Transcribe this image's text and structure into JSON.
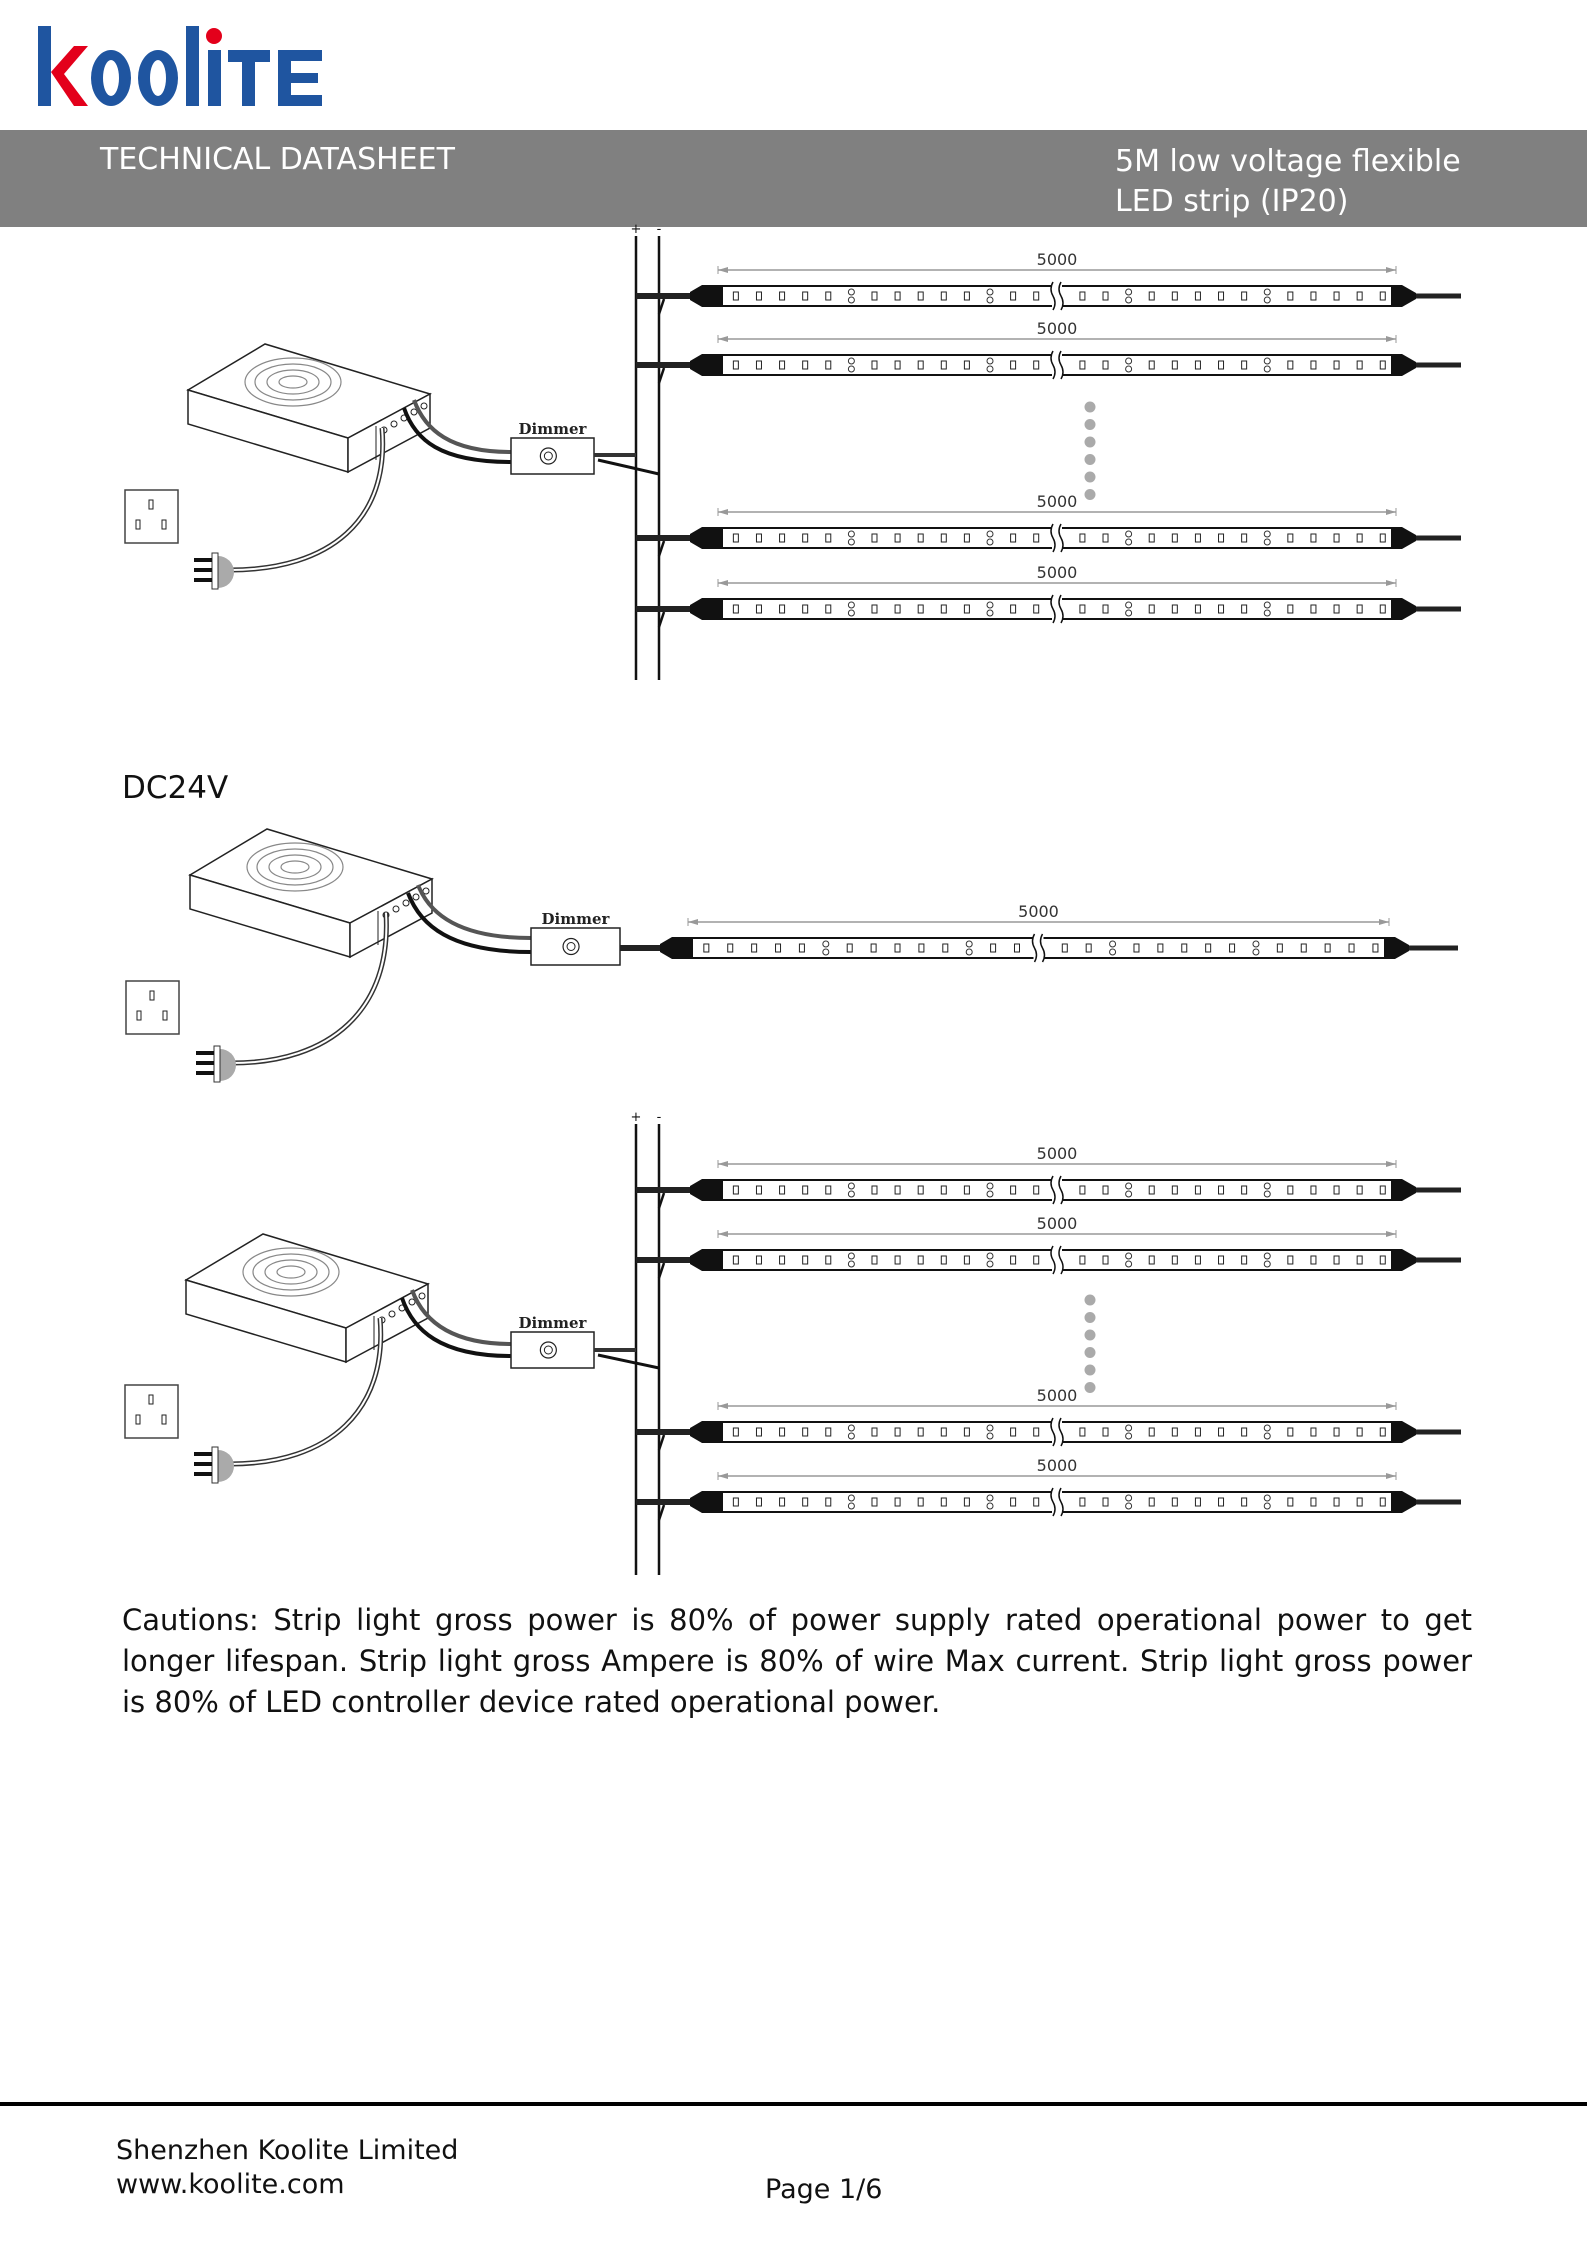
{
  "logo": {
    "text": "koolite",
    "colors": {
      "blue": "#1f55a0",
      "red": "#e3001b"
    }
  },
  "header": {
    "doc_type": "TECHNICAL DATASHEET",
    "product_line1": "5M low voltage flexible",
    "product_line2": "LED strip (IP20)"
  },
  "diagram1": {
    "bus_plus": "+",
    "bus_minus": "-",
    "dimmer_label": "Dimmer",
    "strip_labels": [
      "5000",
      "5000",
      "5000",
      "5000"
    ]
  },
  "diagram2": {
    "section_label": "DC24V",
    "dimmer_label": "Dimmer",
    "strip_labels": [
      "5000"
    ]
  },
  "diagram3": {
    "bus_plus": "+",
    "bus_minus": "-",
    "dimmer_label": "Dimmer",
    "strip_labels": [
      "5000",
      "5000",
      "5000",
      "5000"
    ]
  },
  "cautions": "Cautions: Strip light gross power is 80% of power supply rated operational power to get longer lifespan. Strip light gross Ampere is 80% of wire Max current. Strip light gross power is 80% of LED controller device rated operational power.",
  "footer": {
    "company": "Shenzhen Koolite Limited",
    "website": "www.koolite.com",
    "page": "Page 1/6"
  }
}
